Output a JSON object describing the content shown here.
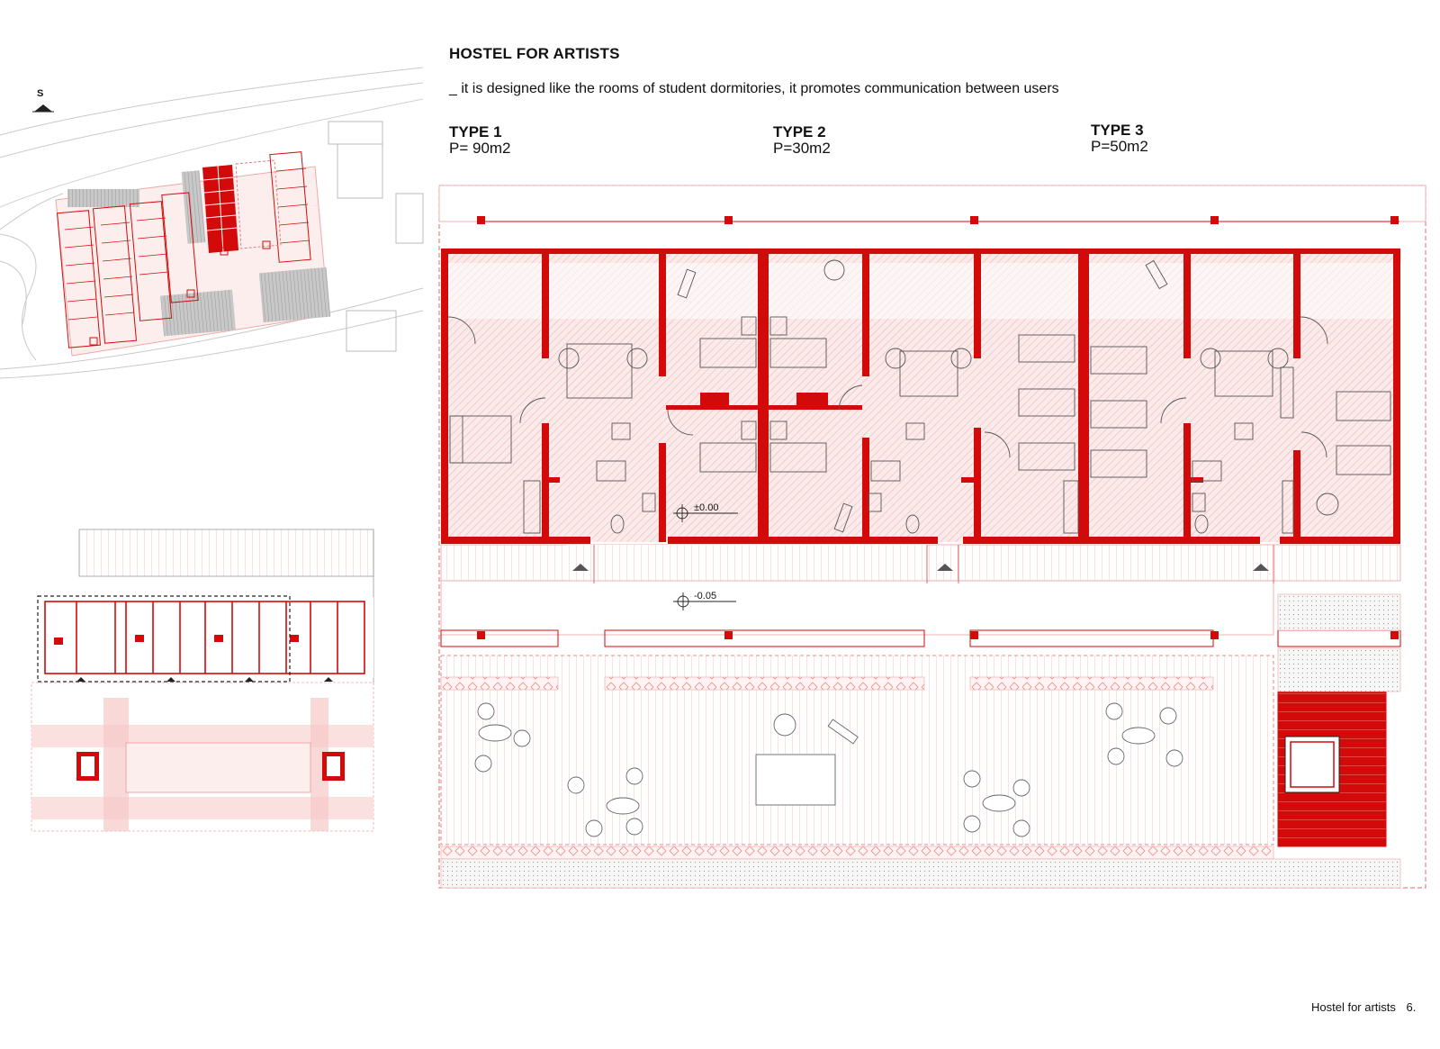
{
  "header": {
    "title": "HOSTEL FOR ARTISTS",
    "subtitle": "_ it is designed like the rooms of student dormitories, it promotes communication between users"
  },
  "types": [
    {
      "name": "TYPE 1",
      "area": "P= 90m2"
    },
    {
      "name": "TYPE 2",
      "area": "P=30m2"
    },
    {
      "name": "TYPE 3",
      "area": "P=50m2"
    }
  ],
  "site_plan": {
    "north_label": "S"
  },
  "plan": {
    "level_upper": "±0.00",
    "level_lower": "-0.05"
  },
  "footer": {
    "label": "Hostel for artists",
    "page": "6."
  },
  "colors": {
    "wall_red": "#d20a0a",
    "hatch_pink": "#f3c9c9",
    "line_red": "#e06666",
    "grey_building": "#b8b8b8",
    "site_line": "#bdbdbd"
  }
}
